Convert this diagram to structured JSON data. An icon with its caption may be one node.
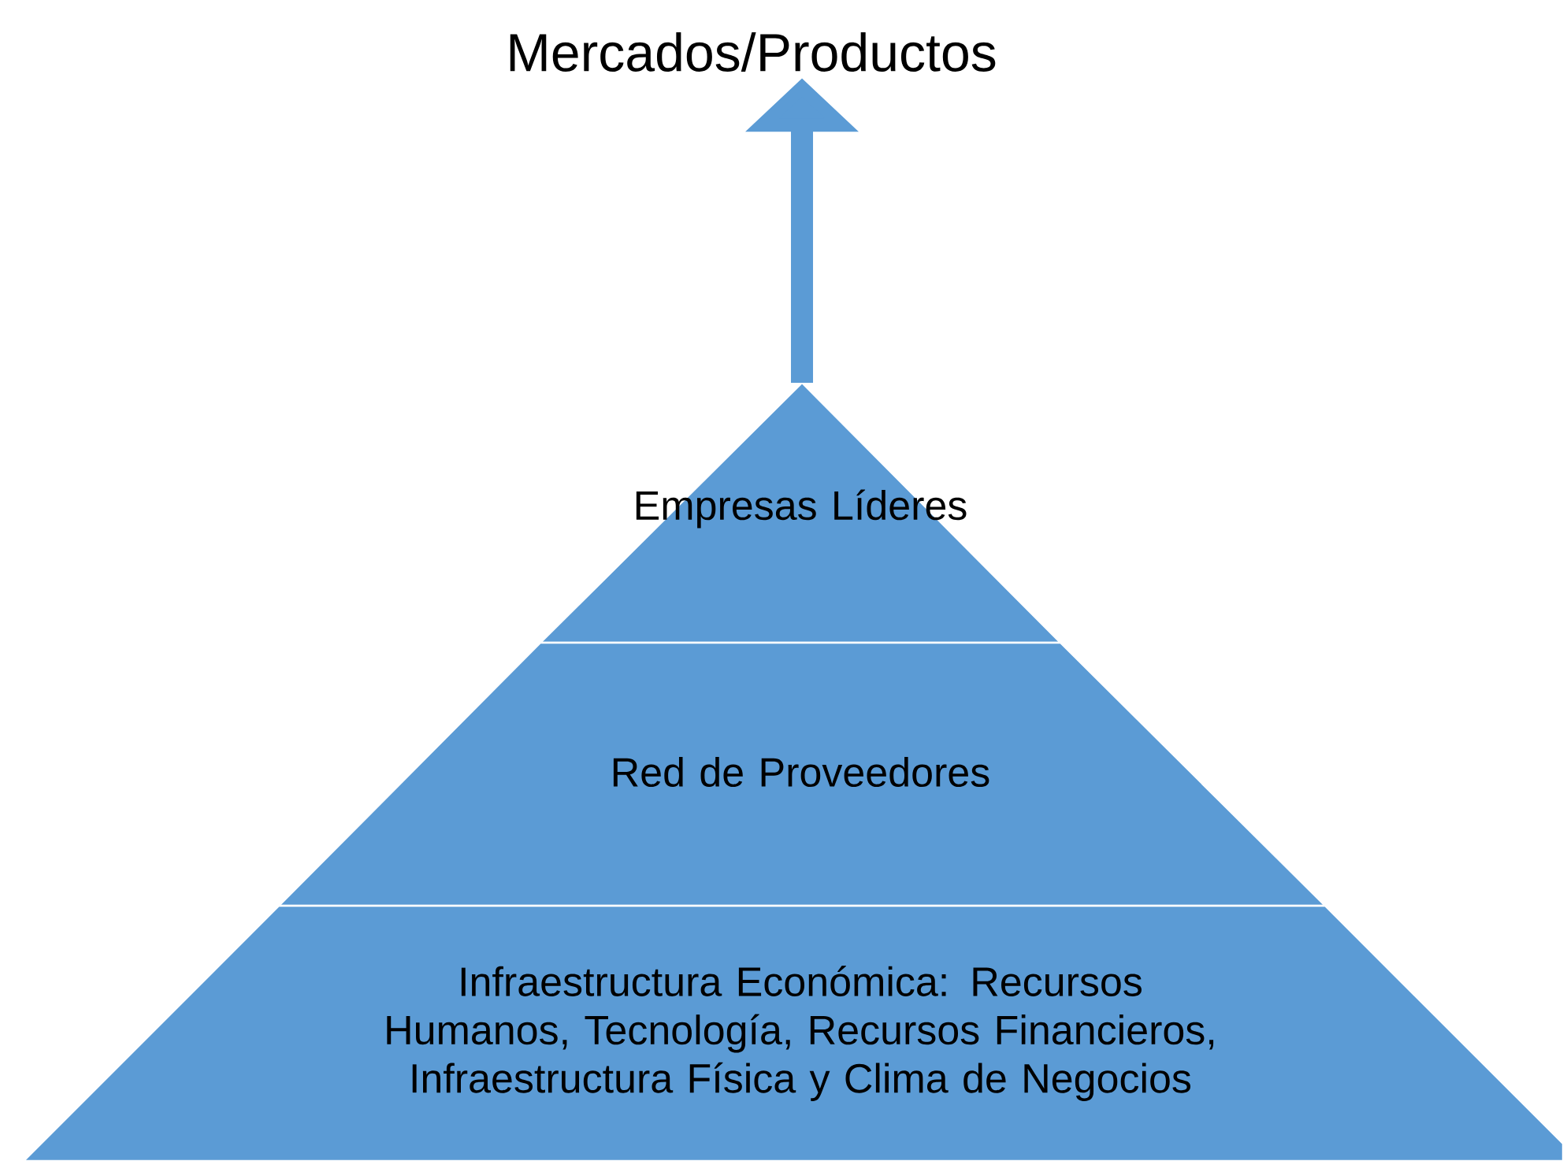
{
  "diagram": {
    "nodes": [
      {
        "text": [
          "Mercados/Productos"
        ]
      },
      {
        "text": [
          "Empresas Líderes"
        ]
      },
      {
        "text": [
          "Red de Proveedores"
        ]
      },
      {
        "text": [
          "Infraestructura Económica: Recursos Humanos, Tecnología, Recursos Financieros, Infraestructura Física y Clima de Negocios"
        ]
      }
    ],
    "edges": [
      {
        "from": 1,
        "to": 0,
        "arrow": "to"
      }
    ]
  }
}
